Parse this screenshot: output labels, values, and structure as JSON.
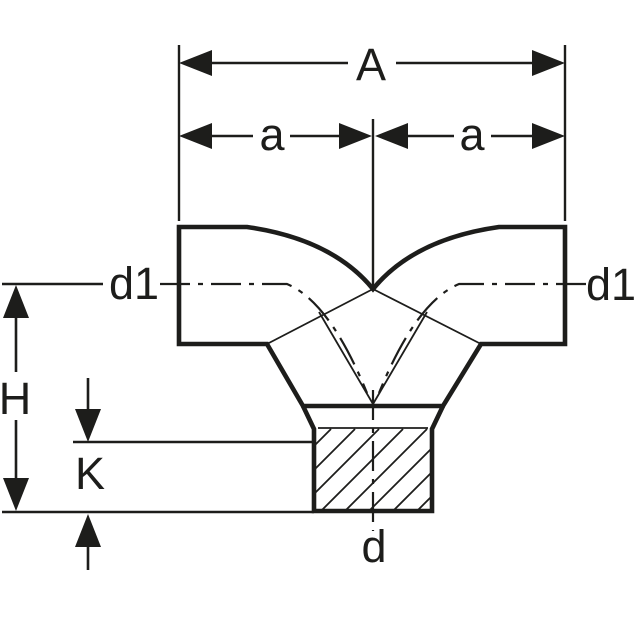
{
  "diagram": {
    "title": "pipe-fitting-dimension-drawing",
    "labels": {
      "dim_A": "A",
      "dim_a_left": "a",
      "dim_a_right": "a",
      "dim_d1_left": "d1",
      "dim_d1_right": "d1",
      "dim_H": "H",
      "dim_K": "K",
      "dim_d": "d"
    },
    "colors": {
      "line": "#1d1d1b",
      "background": "#ffffff"
    }
  }
}
